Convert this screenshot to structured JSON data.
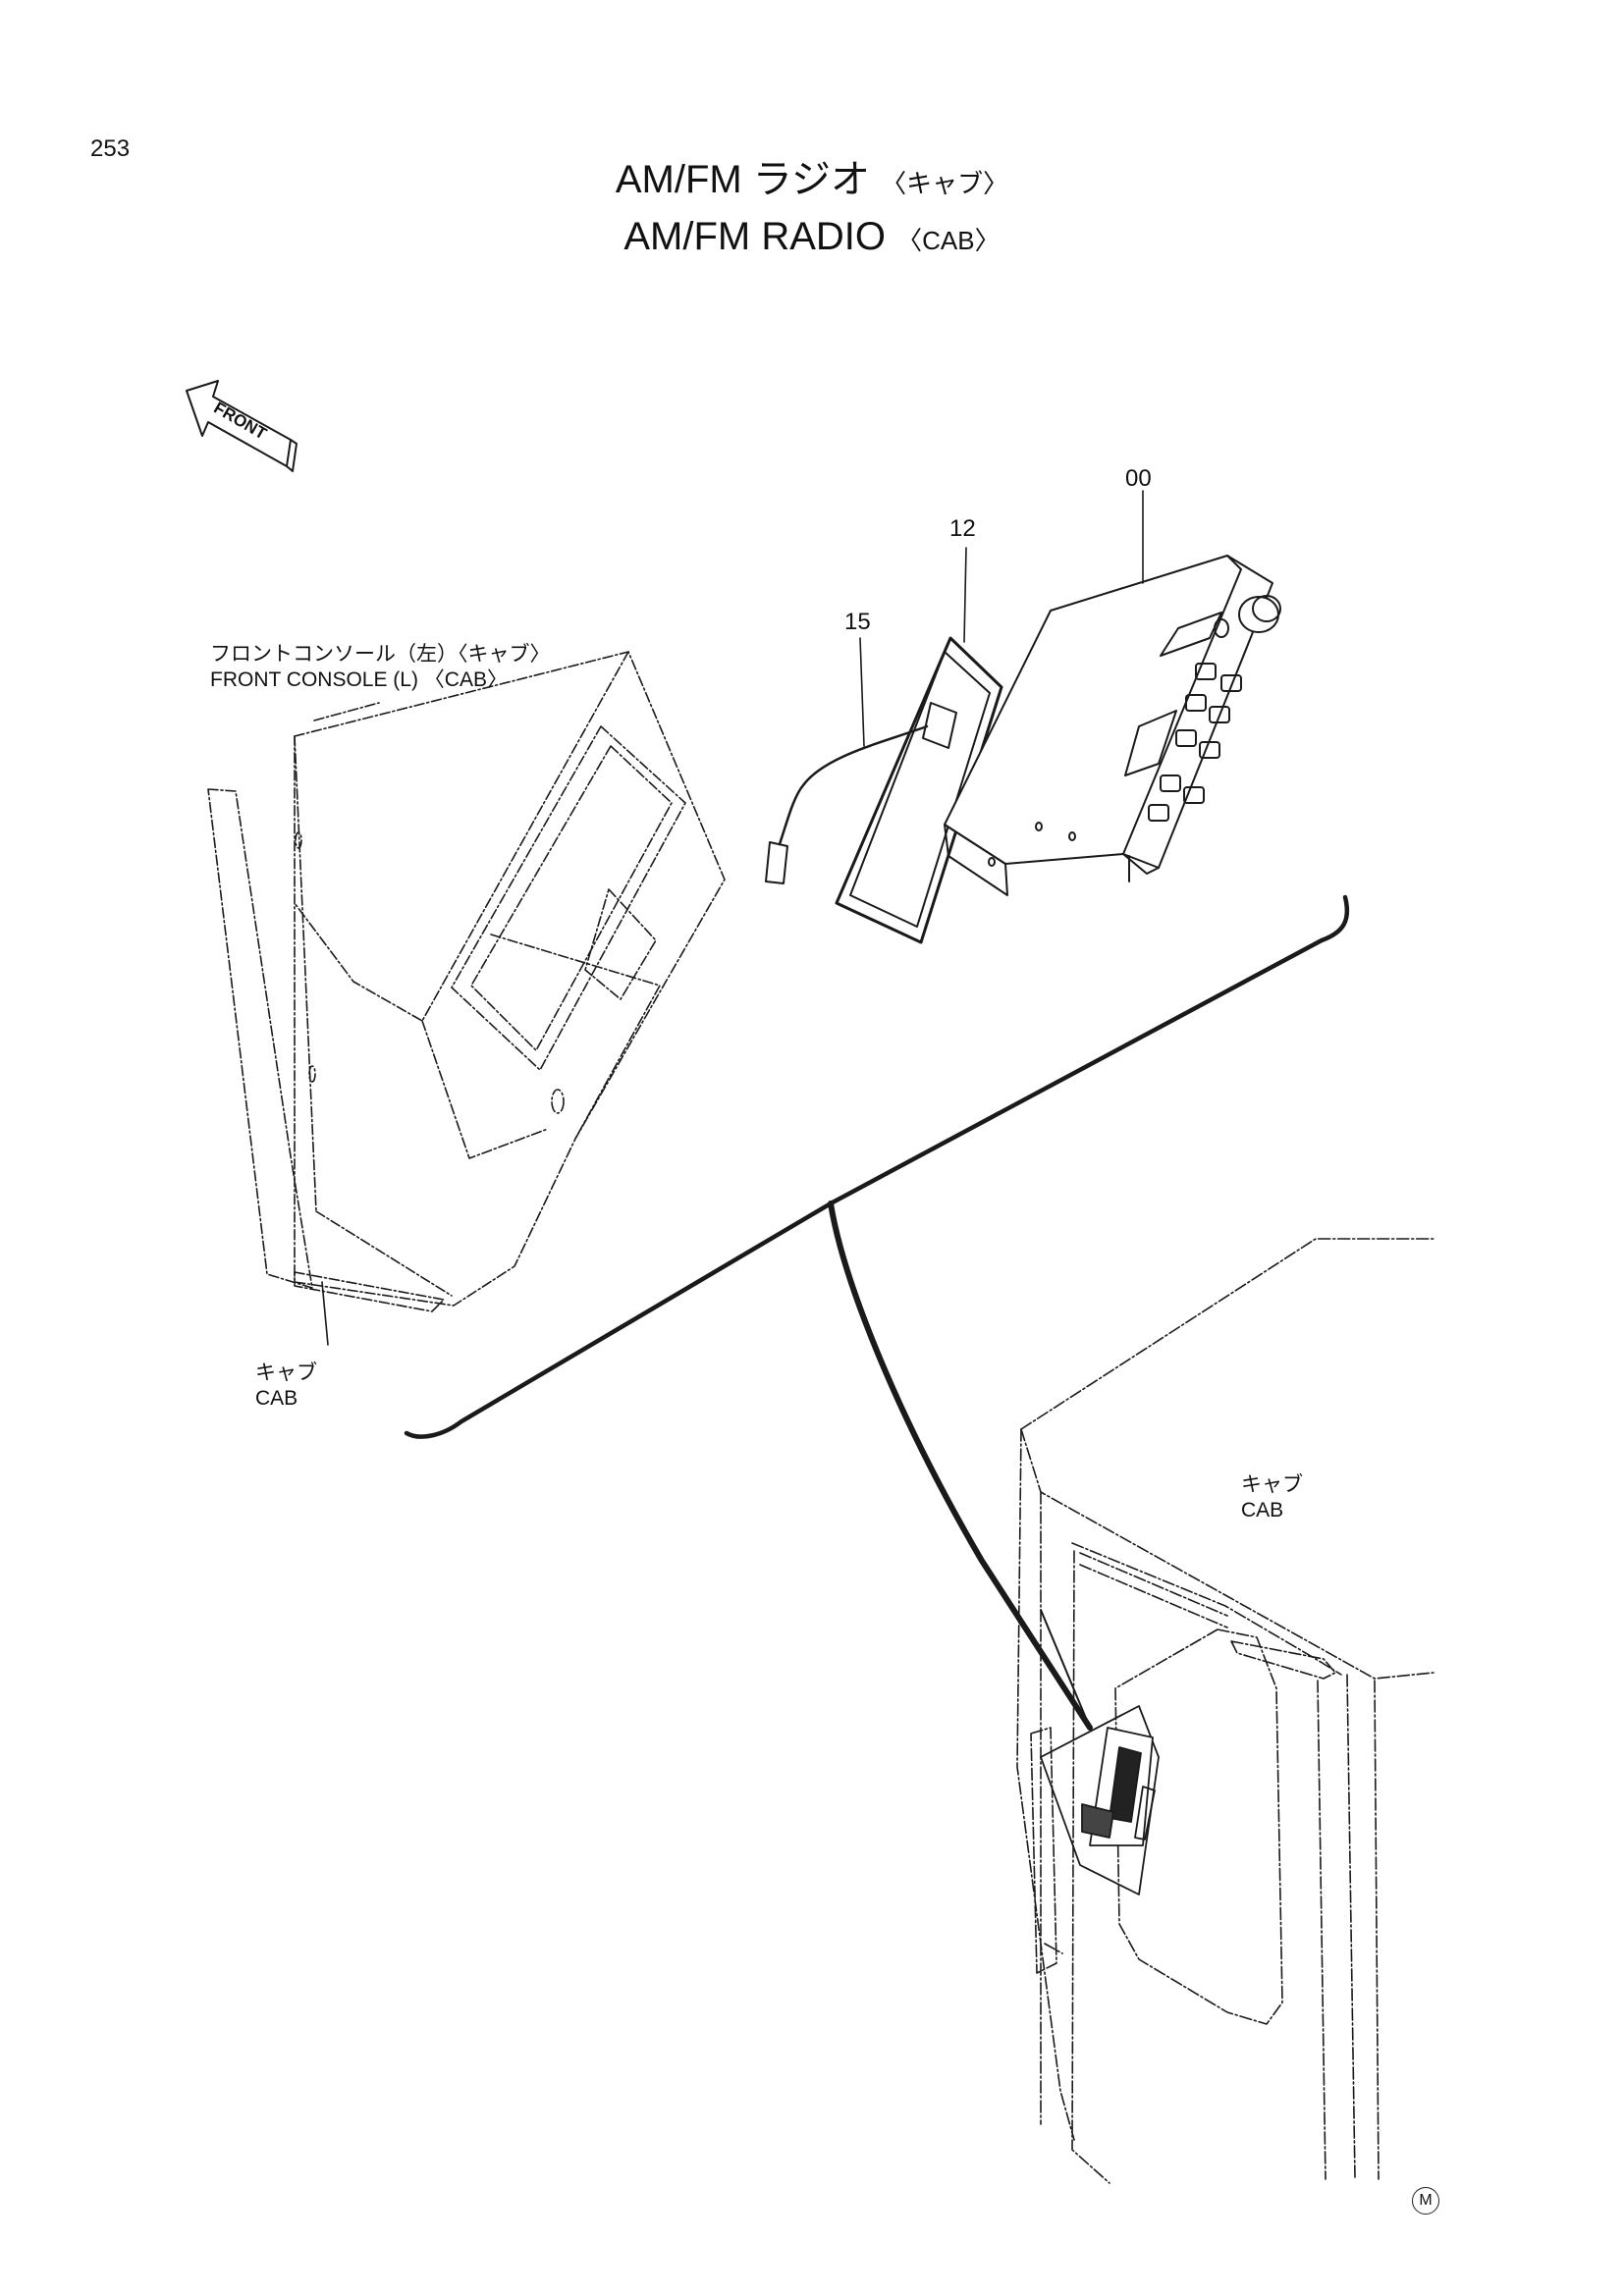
{
  "page": {
    "number": "253"
  },
  "title": {
    "jp_main": "AM/FM ラジオ",
    "jp_sub": "〈キャブ〉",
    "en_main": "AM/FM  RADIO",
    "en_sub": "〈CAB〉"
  },
  "front_arrow": {
    "label": "FRONT"
  },
  "part_numbers": [
    "00",
    "12",
    "15"
  ],
  "callouts": {
    "front_console_jp": "フロントコンソール（左）〈キャブ〉",
    "front_console_en": "FRONT  CONSOLE  (L)  〈CAB〉",
    "cab_left_jp": "キャブ",
    "cab_left_en": "CAB",
    "cab_right_jp": "キャブ",
    "cab_right_en": "CAB"
  },
  "mark": "M",
  "colors": {
    "line": "#1a1a1a",
    "background": "#ffffff"
  }
}
